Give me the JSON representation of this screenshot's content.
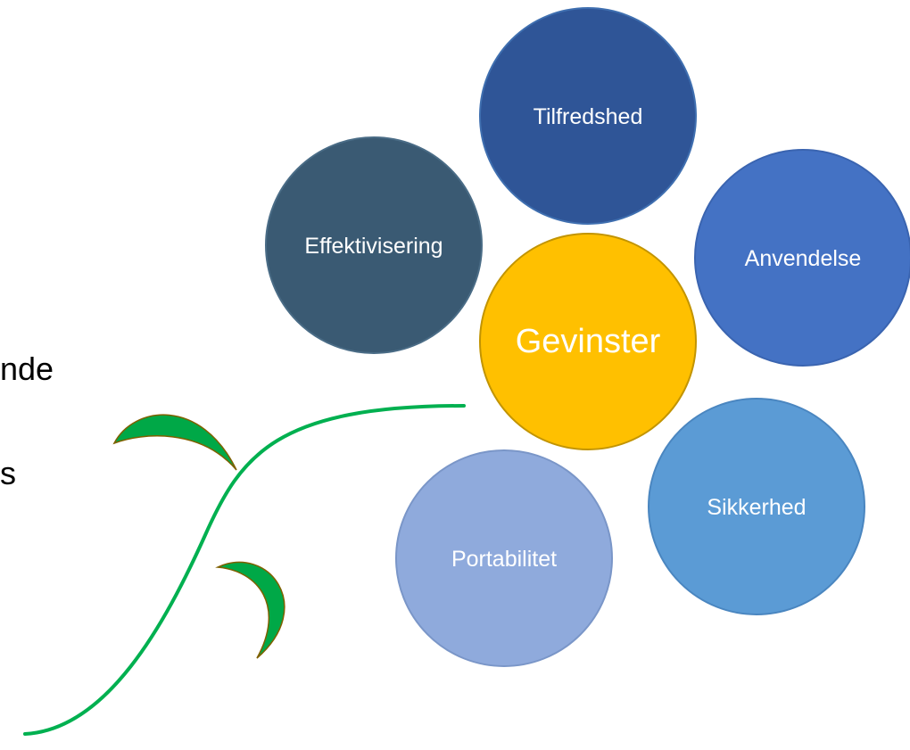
{
  "diagram": {
    "center": {
      "label": "Gevinster"
    },
    "petals": [
      {
        "id": "tilfredshed",
        "label": "Tilfredshed"
      },
      {
        "id": "effektivisering",
        "label": "Effektivisering"
      },
      {
        "id": "anvendelse",
        "label": "Anvendelse"
      },
      {
        "id": "sikkerhed",
        "label": "Sikkerhed"
      },
      {
        "id": "portabilitet",
        "label": "Portabilitet"
      }
    ]
  },
  "side_text": [
    "nde",
    "s"
  ],
  "colors": {
    "tilfredshed": "#2f5597",
    "effektivisering": "#3a5a73",
    "anvendelse": "#4472c4",
    "sikkerhed": "#5b9bd5",
    "portabilitet": "#8faadc",
    "center": "#ffc000",
    "stem": "#00b050",
    "leaf": "#00a847",
    "leaf_outline": "#7f6000",
    "petal_text": "#ffffff",
    "center_text": "#ffffff"
  }
}
